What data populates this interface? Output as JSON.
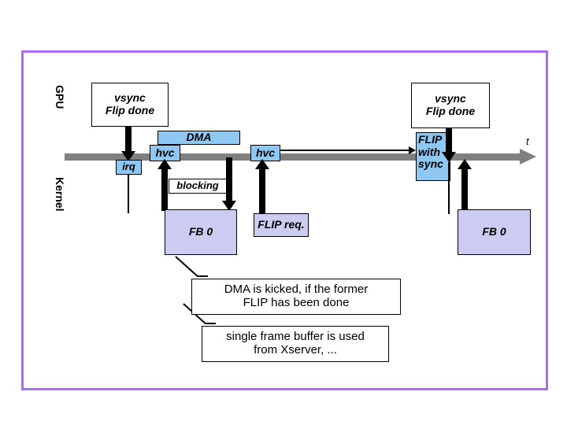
{
  "diagram": {
    "title": "GPU / Kernel FLIP and DMA timing diagram",
    "border_color": "#aa6cf5",
    "timeline_color": "#808080",
    "lanes": [
      {
        "name": "gpu-lane",
        "label": "GPU"
      },
      {
        "name": "kernel-lane",
        "label": "Kernel"
      }
    ],
    "axis": {
      "label": "t",
      "description": "time axis pointing right"
    },
    "events": {
      "vsync_left": {
        "line1": "vsync",
        "line2": "Flip done"
      },
      "vsync_right": {
        "line1": "vsync",
        "line2": "Flip done"
      },
      "dma": "DMA",
      "hvc_1": "hvc",
      "hvc_2": "hvc",
      "irq": "irq",
      "flip_with_sync": {
        "line1": "FLIP",
        "line2": "with",
        "line3": "sync"
      },
      "blocking": "blocking",
      "fb0_left": "FB 0",
      "flip_req": "FLIP req.",
      "fb0_right": "FB 0"
    },
    "callouts": [
      {
        "line1": "DMA is kicked, if the former",
        "line2": "FLIP has been done"
      },
      {
        "line1": "single frame buffer is used",
        "line2": "from Xserver, ..."
      }
    ],
    "colors": {
      "blue_box": "#8ec8f2",
      "lavender_box": "#ccccf2",
      "white_box": "#ffffff",
      "arrow": "#000000"
    }
  }
}
